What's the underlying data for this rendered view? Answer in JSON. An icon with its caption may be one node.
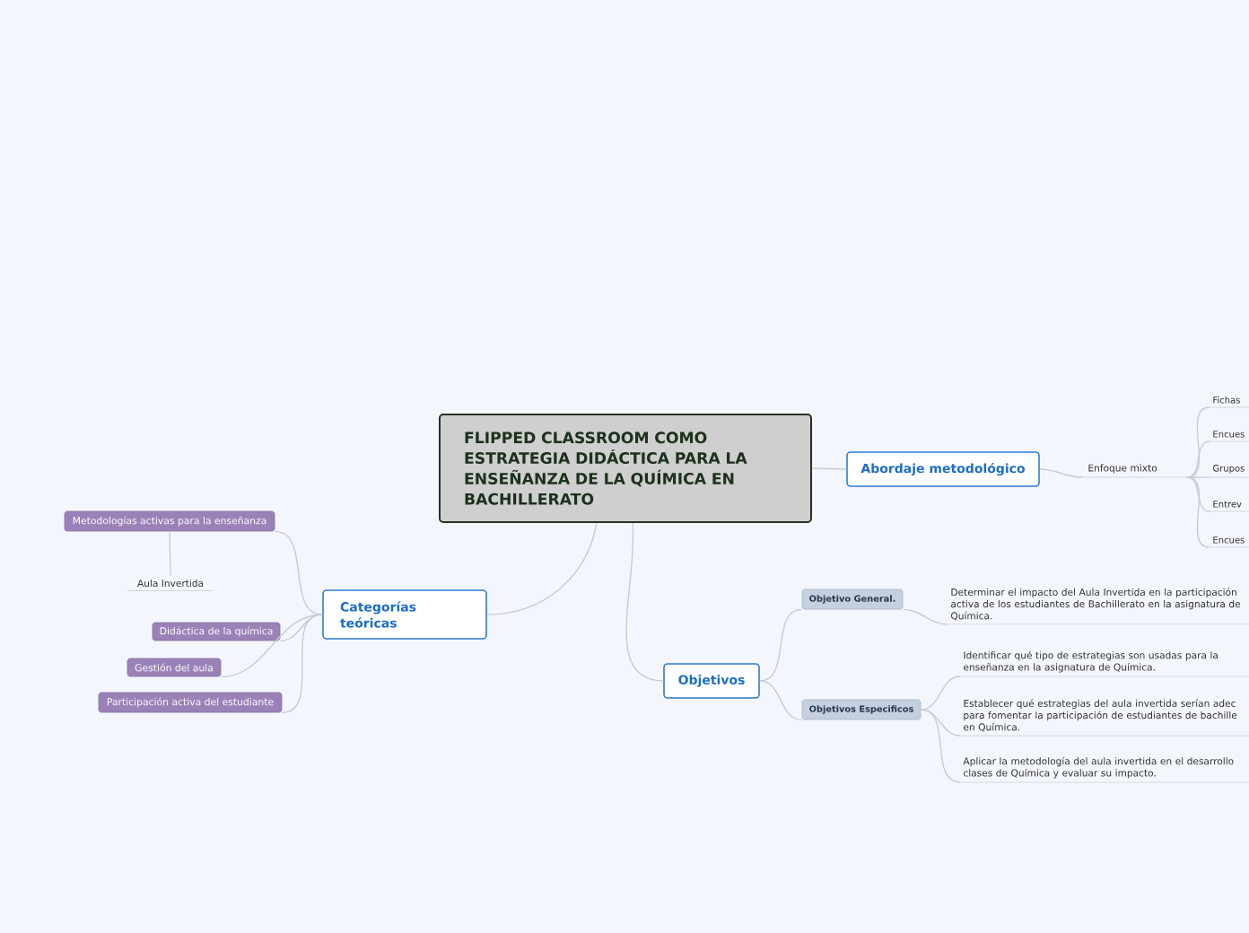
{
  "diagram": {
    "nodes": [
      {
        "text": [
          "FLIPPED CLASSROOM COMO ESTRATEGIA DIDÁCTICA PARA LA ENSEÑANZA DE LA QUÍMICA EN BACHILLERATO"
        ]
      },
      {
        "text": [
          "Abordaje metodológico"
        ]
      },
      {
        "text": [
          "Enfoque mixto"
        ]
      },
      {
        "text": [
          "Fichas"
        ]
      },
      {
        "text": [
          "Encues"
        ]
      },
      {
        "text": [
          "Grupos"
        ]
      },
      {
        "text": [
          "Entrev"
        ]
      },
      {
        "text": [
          "Encues"
        ]
      },
      {
        "text": [
          "Categorías teóricas"
        ]
      },
      {
        "text": [
          "Metodologías activas para la enseñanza"
        ]
      },
      {
        "text": [
          "Aula Invertida"
        ]
      },
      {
        "text": [
          "Didáctica de la química"
        ]
      },
      {
        "text": [
          "Gestión del aula"
        ]
      },
      {
        "text": [
          "Participación activa del estudiante"
        ]
      },
      {
        "text": [
          "Objetivos"
        ]
      },
      {
        "text": [
          "Objetivo General."
        ]
      },
      {
        "text": [
          "Determinar el impacto del Aula Invertida en la participación activa de los estudiantes de Bachillerato en la asignatura de Química."
        ]
      },
      {
        "text": [
          "Objetivos Especificos"
        ]
      },
      {
        "text": [
          "Identificar qué tipo de estrategias son usadas para la enseñanza en la asignatura de Química."
        ]
      },
      {
        "text": [
          "Establecer qué estrategias del aula invertida serían adec para fomentar la participación de estudiantes de bachille en Química."
        ]
      },
      {
        "text": [
          "Aplicar la metodología del aula invertida en el desarrollo clases de Química y evaluar su impacto."
        ]
      }
    ],
    "edges": [
      {
        "from": 0,
        "to": 1,
        "arrow": "none"
      },
      {
        "from": 1,
        "to": 2,
        "arrow": "none"
      },
      {
        "from": 2,
        "to": 3,
        "arrow": "none"
      },
      {
        "from": 2,
        "to": 4,
        "arrow": "none"
      },
      {
        "from": 2,
        "to": 5,
        "arrow": "none"
      },
      {
        "from": 2,
        "to": 6,
        "arrow": "none"
      },
      {
        "from": 2,
        "to": 7,
        "arrow": "none"
      },
      {
        "from": 0,
        "to": 8,
        "arrow": "none"
      },
      {
        "from": 8,
        "to": 9,
        "arrow": "none"
      },
      {
        "from": 9,
        "to": 10,
        "arrow": "none"
      },
      {
        "from": 8,
        "to": 11,
        "arrow": "none"
      },
      {
        "from": 8,
        "to": 12,
        "arrow": "none"
      },
      {
        "from": 8,
        "to": 13,
        "arrow": "none"
      },
      {
        "from": 0,
        "to": 14,
        "arrow": "none"
      },
      {
        "from": 14,
        "to": 15,
        "arrow": "none"
      },
      {
        "from": 15,
        "to": 16,
        "arrow": "none"
      },
      {
        "from": 14,
        "to": 17,
        "arrow": "none"
      },
      {
        "from": 17,
        "to": 18,
        "arrow": "none"
      },
      {
        "from": 17,
        "to": 19,
        "arrow": "none"
      },
      {
        "from": 17,
        "to": 20,
        "arrow": "none"
      }
    ]
  }
}
